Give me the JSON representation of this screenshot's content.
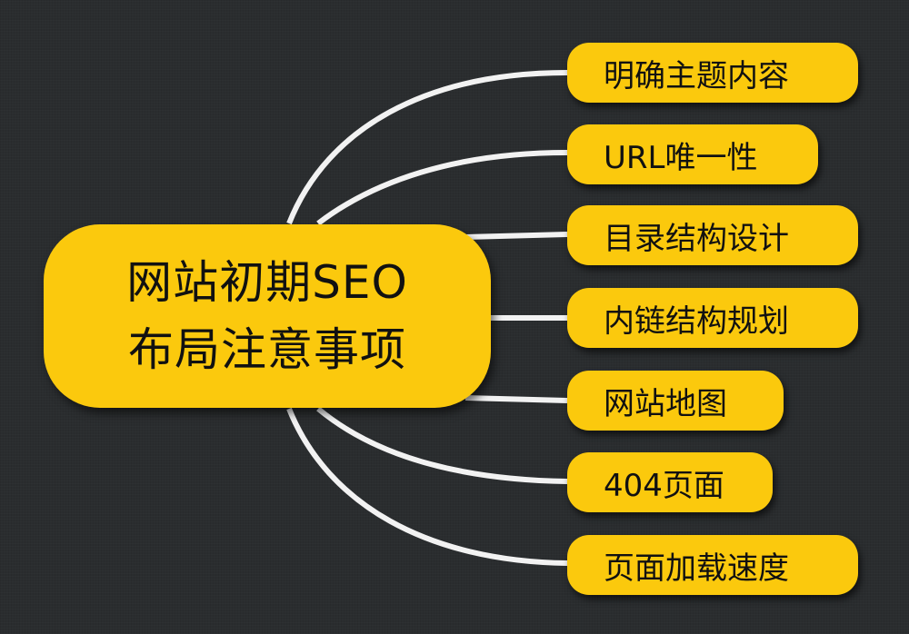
{
  "diagram": {
    "type": "mind-map",
    "background_color": "#2a2d2f",
    "node_color": "#fbc90d",
    "line_color": "#f2f2f2",
    "center": {
      "line1": "网站初期SEO",
      "line2": "布局注意事项"
    },
    "branches": [
      {
        "label": "明确主题内容"
      },
      {
        "label": "URL唯一性"
      },
      {
        "label": "目录结构设计"
      },
      {
        "label": "内链结构规划"
      },
      {
        "label": "网站地图"
      },
      {
        "label": "404页面"
      },
      {
        "label": "页面加载速度"
      }
    ]
  }
}
